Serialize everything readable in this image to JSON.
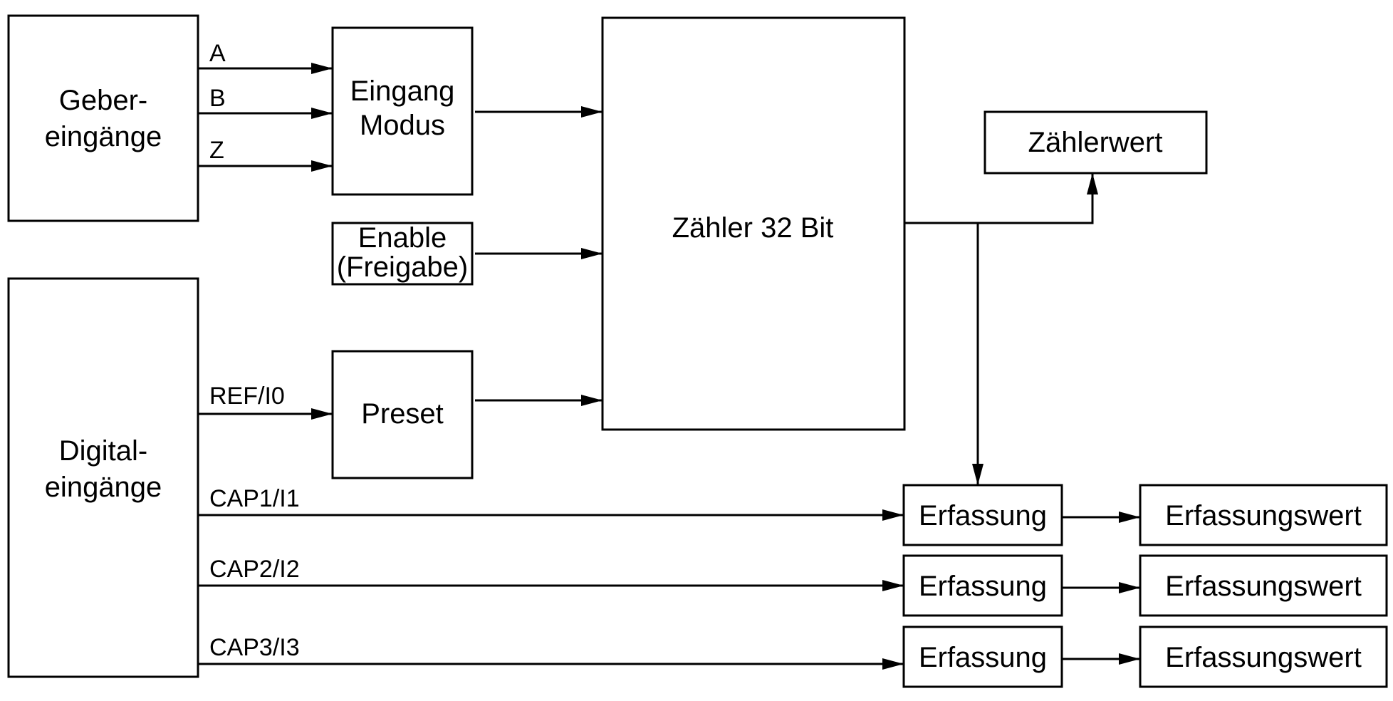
{
  "blocks": {
    "geber": [
      "Geber-",
      "eingänge"
    ],
    "digital": [
      "Digital-",
      "eingänge"
    ],
    "eingang_modus": [
      "Eingang",
      "Modus"
    ],
    "enable": [
      "Enable",
      "(Freigabe)"
    ],
    "preset": "Preset",
    "zaehler": "Zähler 32 Bit",
    "zaehlerwert": "Zählerwert",
    "erfassung": [
      "Erfassung",
      "Erfassung",
      "Erfassung"
    ],
    "erfassungswert": [
      "Erfassungswert",
      "Erfassungswert",
      "Erfassungswert"
    ]
  },
  "signals": {
    "a": "A",
    "b": "B",
    "z": "Z",
    "ref": "REF/I0",
    "cap1": "CAP1/I1",
    "cap2": "CAP2/I2",
    "cap3": "CAP3/I3"
  }
}
